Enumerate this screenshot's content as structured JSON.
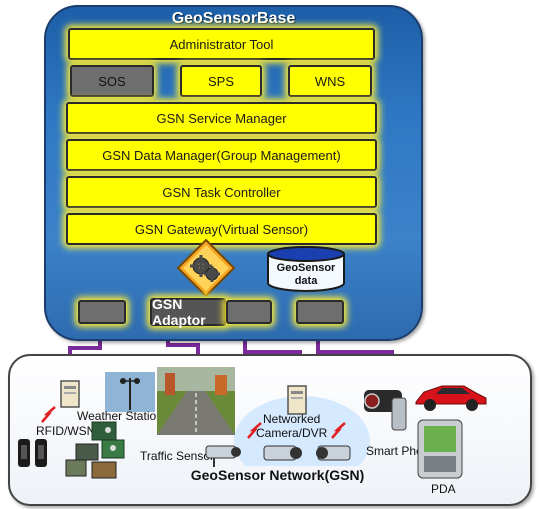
{
  "base": {
    "title": "GeoSensorBase",
    "admin_tool": "Administrator Tool",
    "sos": "SOS",
    "sps": "SPS",
    "wns": "WNS",
    "service_manager": "GSN Service Manager",
    "data_manager": "GSN Data Manager(Group Management)",
    "task_controller": "GSN Task Controller",
    "gateway": "GSN Gateway(Virtual  Sensor)",
    "geosensor_data_line1": "GeoSensor",
    "geosensor_data_line2": "data",
    "adaptor": "GSN Adaptor"
  },
  "gsn": {
    "title": "GeoSensor Network(GSN)",
    "rfid": "RFID/WSN",
    "weather": "Weather Station",
    "traffic": "Traffic Sensor",
    "camera_line1": "Networked",
    "camera_line2": "Camera/DVR",
    "smartphone": "Smart Phone",
    "pda": "PDA"
  },
  "colors": {
    "layer_fill": "#ffff00",
    "layer_glow": "#ffee33",
    "connector": "#7a2a9a",
    "base_blue": "#2f79c4"
  }
}
